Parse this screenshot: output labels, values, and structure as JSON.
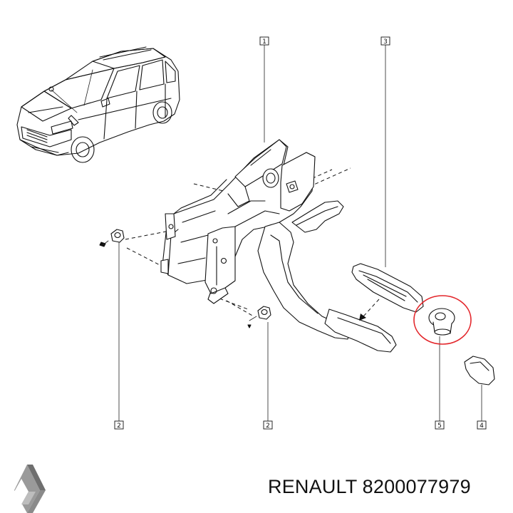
{
  "callouts": [
    {
      "id": "c1",
      "label": "1"
    },
    {
      "id": "c3",
      "label": "3"
    },
    {
      "id": "c2a",
      "label": "2"
    },
    {
      "id": "c2b",
      "label": "2"
    },
    {
      "id": "c5",
      "label": "5"
    },
    {
      "id": "c4",
      "label": "4"
    }
  ],
  "footer": {
    "brand": "RENAULT",
    "part_number": "8200077979"
  },
  "colors": {
    "highlight_circle": "#e3262b",
    "logo_gray": "#8a8a8a"
  }
}
